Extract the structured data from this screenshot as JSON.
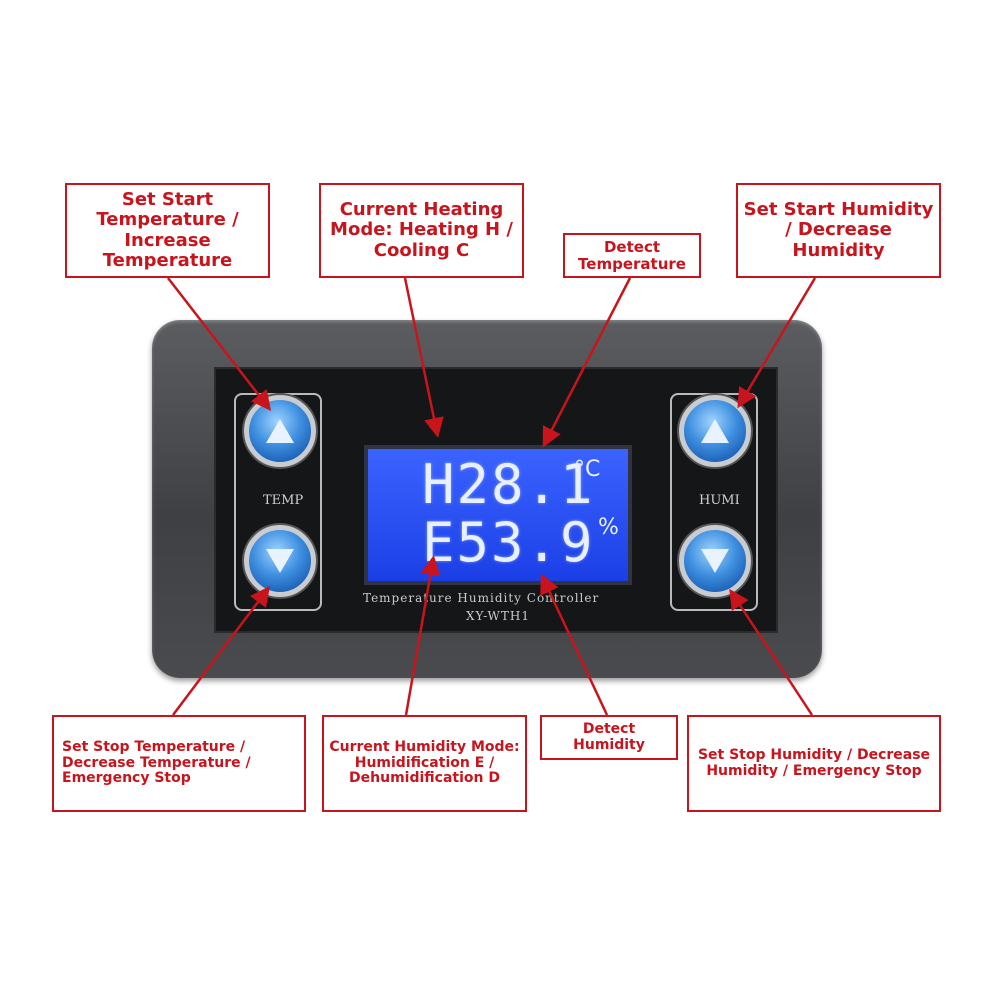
{
  "callouts": {
    "set_start_temp": "Set Start Temperature / Increase Temperature",
    "current_heating_mode": "Current Heating Mode: Heating H / Cooling C",
    "detect_temperature": "Detect Temperature",
    "set_start_humidity": "Set Start Humidity / Decrease Humidity",
    "set_stop_temp": "Set Stop Temperature / Decrease Temperature / Emergency Stop",
    "current_humidity_mode": "Current Humidity Mode: Humidification E / Dehumidification D",
    "detect_humidity": "Detect Humidity",
    "set_stop_humidity": "Set Stop Humidity / Decrease Humidity / Emergency Stop"
  },
  "device": {
    "temp_label": "TEMP",
    "humi_label": "HUMI",
    "lcd_line1": "H28.1",
    "lcd_unit1": "°C",
    "lcd_line2": "E53.9",
    "lcd_unit2": "%",
    "caption_line1": "Temperature Humidity Controller",
    "caption_line2": "XY-WTH1"
  },
  "colors": {
    "callout_red": "#c8141c",
    "lcd_blue": "#2a4ff2",
    "button_blue": "#3e8fe0"
  }
}
